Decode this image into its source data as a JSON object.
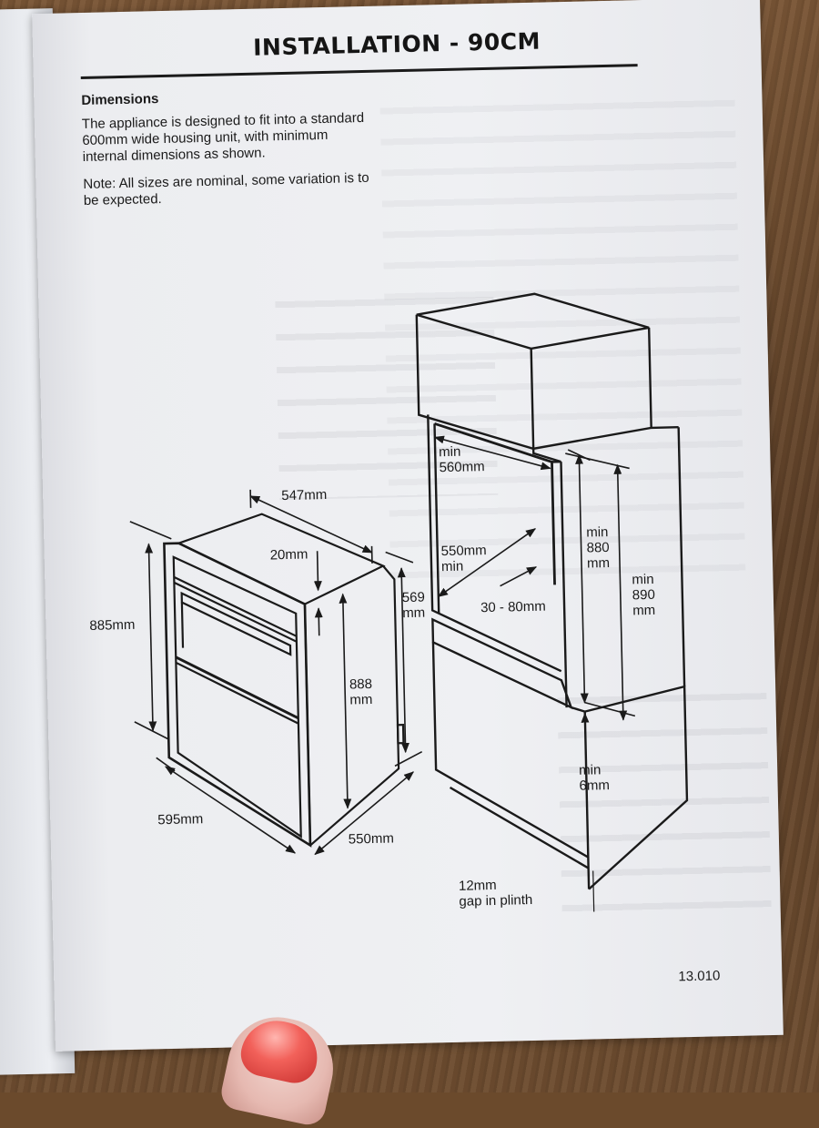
{
  "page": {
    "title": "INSTALLATION - 90CM",
    "section_heading": "Dimensions",
    "paragraphs": [
      "The appliance is designed to fit into a standard 600mm wide housing unit, with minimum internal dimensions as shown.",
      "Note: All sizes are nominal, some variation is to be expected."
    ],
    "page_number": "13.010"
  },
  "oven_dimensions": {
    "depth_top": "547mm",
    "door_overhang": "20mm",
    "height_front": "885mm",
    "height_side": "888",
    "height_side_unit": "mm",
    "side_height": "569",
    "side_height_unit": "mm",
    "width": "595mm",
    "depth": "550mm"
  },
  "housing_dimensions": {
    "width_min_label": "min",
    "width_min_value": "560mm",
    "depth_value": "550mm",
    "depth_min_label": "min",
    "gap_range": "30 - 80mm",
    "height_min_label": "min",
    "height_min_value": "880",
    "height_min_unit": "mm",
    "total_min_label": "min",
    "total_min_value": "890",
    "total_min_unit": "mm",
    "lower_gap_label": "min",
    "lower_gap_value": "6mm",
    "plinth_gap_value": "12mm",
    "plinth_gap_text": "gap in plinth"
  }
}
